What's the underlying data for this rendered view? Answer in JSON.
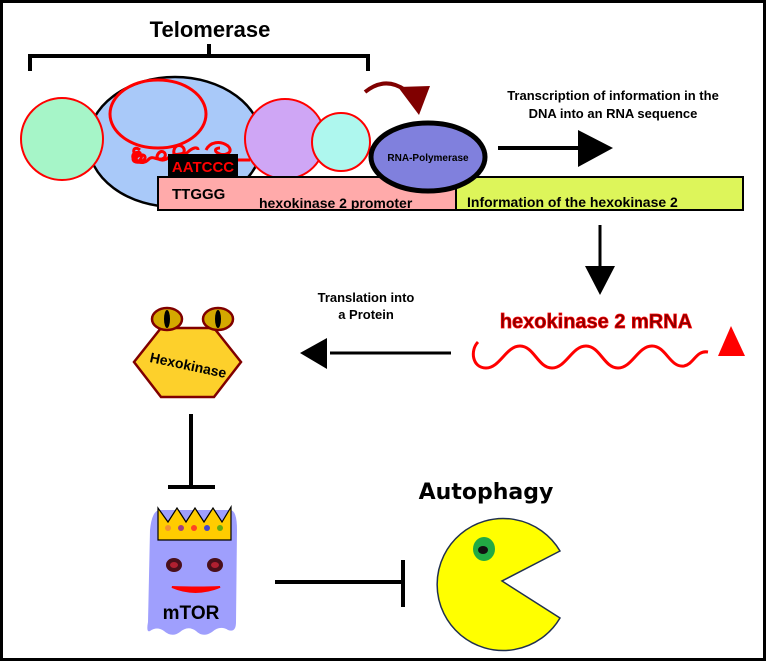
{
  "title": "Telomerase",
  "telomerase": {
    "template_sequence": "AATCCC",
    "telomere_sequence": "TTGGG"
  },
  "dna": {
    "promoter_label": "hexokinase 2 promoter",
    "gene_label": "Information of the hexokinase 2"
  },
  "polymerase": {
    "label": "RNA-Polymerase"
  },
  "transcription": {
    "line1": "Transcription of information in the",
    "line2": "DNA into an RNA sequence"
  },
  "mrna": {
    "label": "hexokinase 2 mRNA"
  },
  "translation": {
    "line1": "Translation into",
    "line2": "a Protein"
  },
  "protein": {
    "label": "Hexokinase"
  },
  "mtor": {
    "label": "mTOR"
  },
  "autophagy": {
    "label": "Autophagy"
  },
  "colors": {
    "telomerase_body": "#a9c9f9",
    "left_subunit": "#a6f5c8",
    "purple_subunit": "#cfa6f5",
    "cyan_subunit": "#aef7ee",
    "rna_strand": "#ff0000",
    "promoter": "#ffaaaa",
    "gene": "#ddf55a",
    "polymerase": "#8080dd",
    "hexokinase": "#fdd02b",
    "mtor": "#9f9ffd",
    "crown": "#ffcc00",
    "pacman": "#ffff00",
    "curve_arrow": "#800000"
  }
}
